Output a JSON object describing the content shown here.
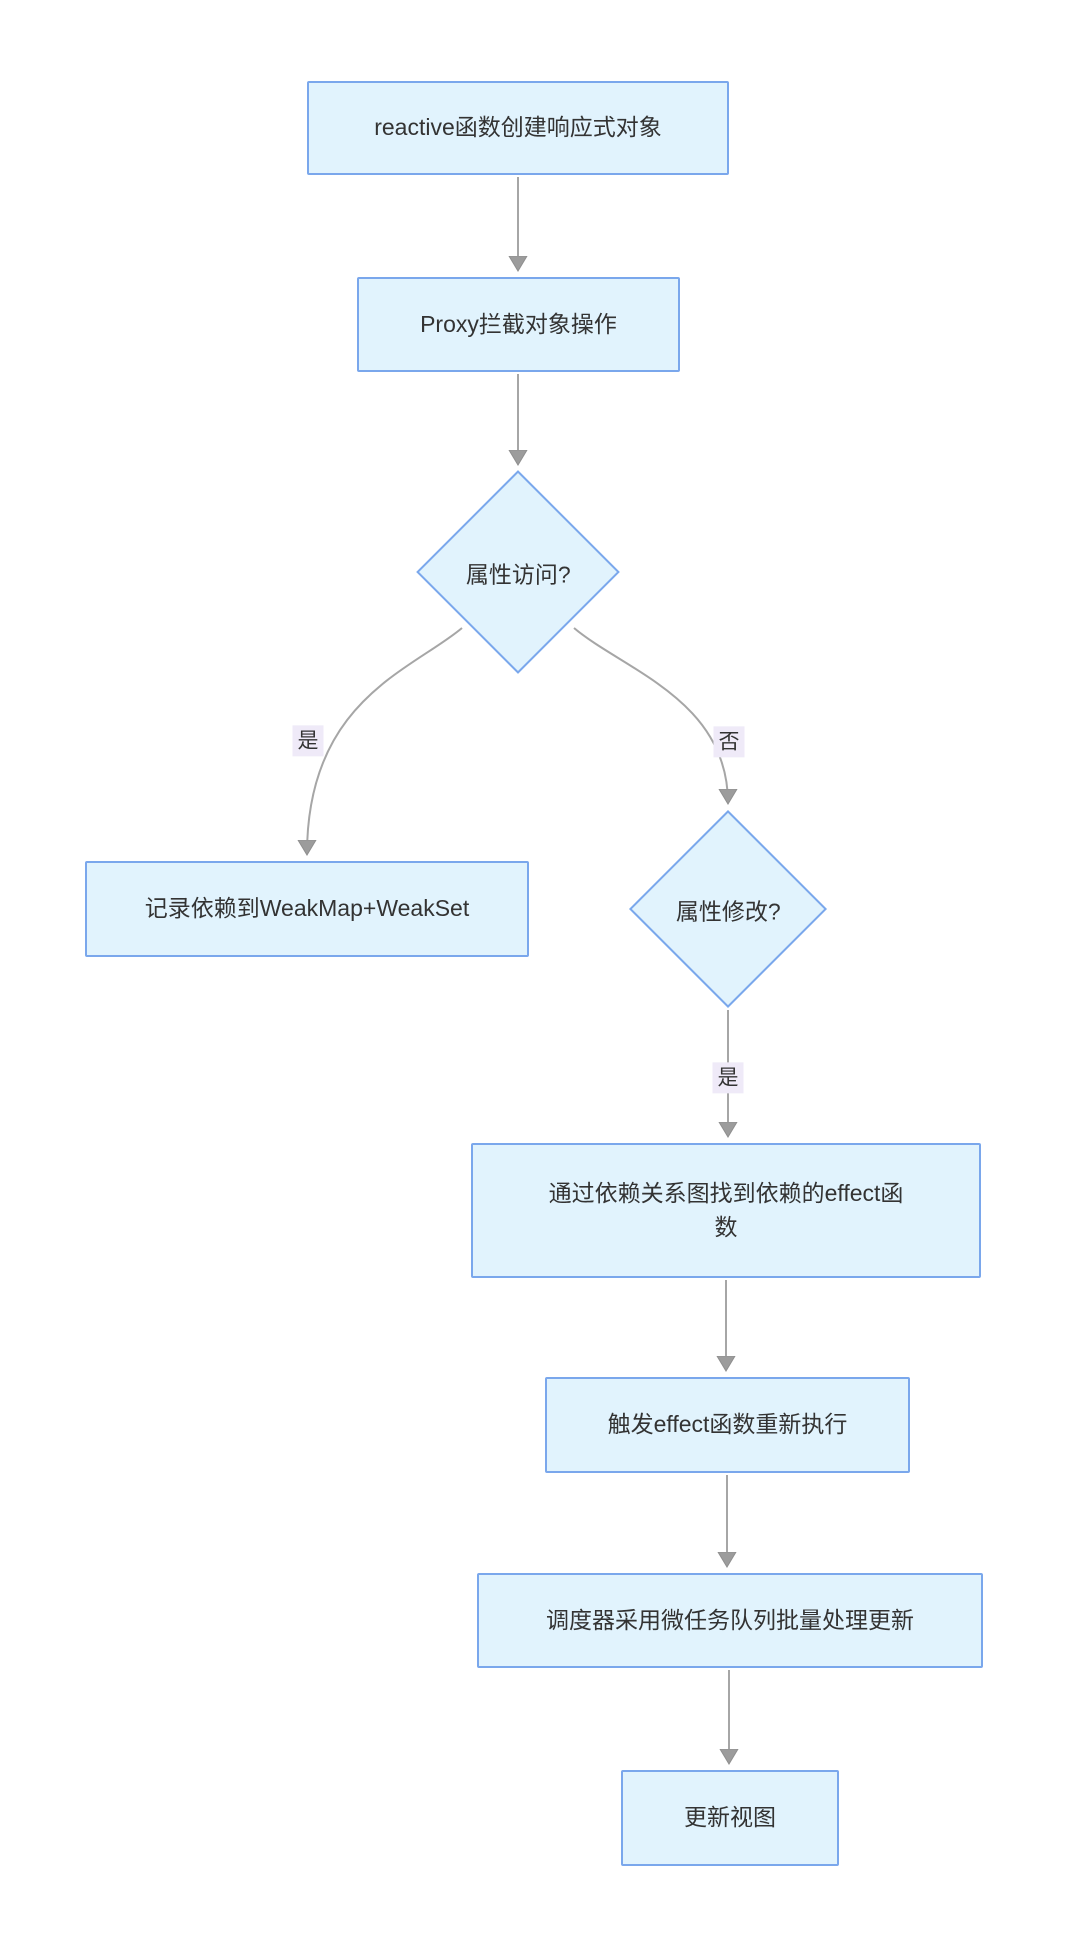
{
  "diagram": {
    "type": "flowchart",
    "direction": "top-down",
    "colors": {
      "node_fill": "#e1f3fd",
      "node_border": "#7aa7ec",
      "edge_line": "#a6a6a6",
      "arrowhead": "#9c9c9c",
      "edge_label_bg": "#efeaf8",
      "text": "#333333",
      "background": "#ffffff"
    },
    "nodes": [
      {
        "id": "A",
        "shape": "rect",
        "label": "reactive函数创建响应式对象"
      },
      {
        "id": "B",
        "shape": "rect",
        "label": "Proxy拦截对象操作"
      },
      {
        "id": "C",
        "shape": "diamond",
        "label": "属性访问?"
      },
      {
        "id": "D",
        "shape": "rect",
        "label": "记录依赖到WeakMap+WeakSet"
      },
      {
        "id": "E",
        "shape": "diamond",
        "label": "属性修改?"
      },
      {
        "id": "F",
        "shape": "rect",
        "label": "通过依赖关系图找到依赖的effect函数"
      },
      {
        "id": "G",
        "shape": "rect",
        "label": "触发effect函数重新执行"
      },
      {
        "id": "H",
        "shape": "rect",
        "label": "调度器采用微任务队列批量处理更新"
      },
      {
        "id": "I",
        "shape": "rect",
        "label": "更新视图"
      }
    ],
    "edges": [
      {
        "from": "A",
        "to": "B",
        "label": ""
      },
      {
        "from": "B",
        "to": "C",
        "label": ""
      },
      {
        "from": "C",
        "to": "D",
        "label": "是"
      },
      {
        "from": "C",
        "to": "E",
        "label": "否"
      },
      {
        "from": "E",
        "to": "F",
        "label": "是"
      },
      {
        "from": "F",
        "to": "G",
        "label": ""
      },
      {
        "from": "G",
        "to": "H",
        "label": ""
      },
      {
        "from": "H",
        "to": "I",
        "label": ""
      }
    ]
  }
}
